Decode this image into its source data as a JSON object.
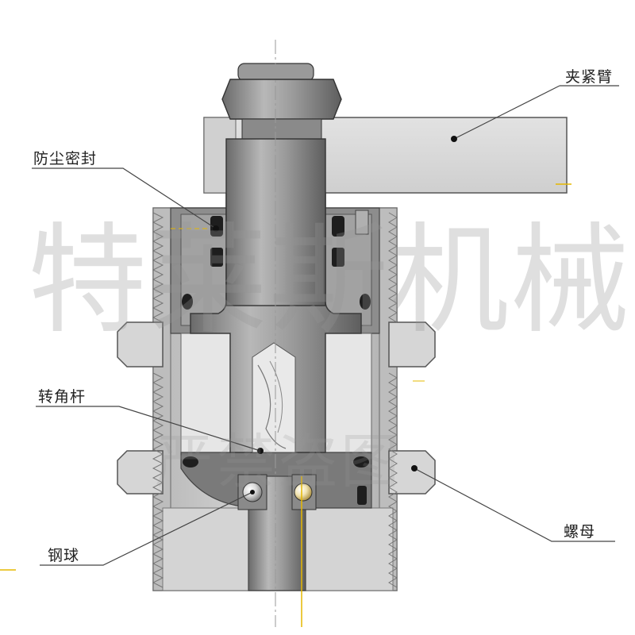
{
  "labels": {
    "clamp_arm": "夹紧臂",
    "dust_seal": "防尘密封",
    "rotating_rod": "转角杆",
    "steel_ball": "钢球",
    "nut": "螺母"
  },
  "watermark": {
    "main": "特莱斯机械",
    "sub": "严禁盗图"
  },
  "colors": {
    "body_light": "#c9c9c9",
    "body_mid": "#a9a9a9",
    "section_dark": "#6e6e6e",
    "rod": "#8c8c8c",
    "highlight": "#ececec",
    "outline": "#3a3a3a",
    "centerline_yellow": "#e6b800",
    "leader": "#444444"
  }
}
